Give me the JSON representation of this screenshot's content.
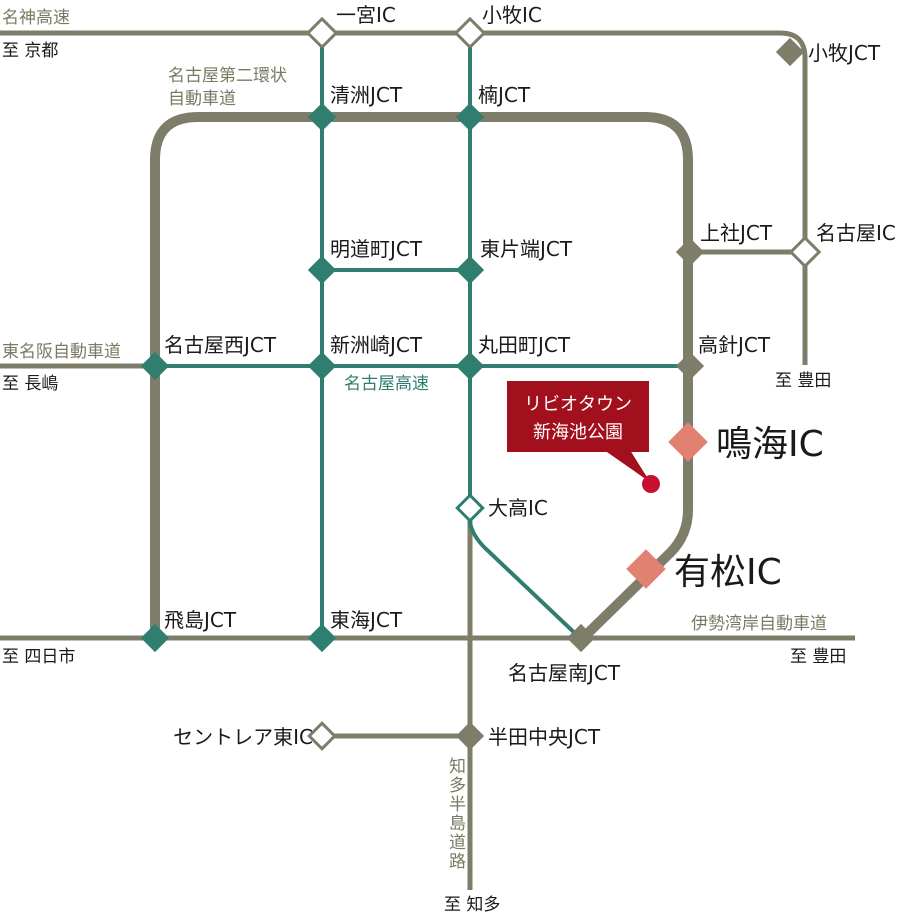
{
  "roads": {
    "meishin": "名神高速",
    "nagoya_second_ring_line1": "名古屋第二環状",
    "nagoya_second_ring_line2": "自動車道",
    "tomei": "東名阪自動車道",
    "nagoya_expressway": "名古屋高速",
    "isewangan": "伊勢湾岸自動車道",
    "chita_peninsula": "知多半島道路"
  },
  "destinations": {
    "kyoto": "至 京都",
    "nagashima": "至 長嶋",
    "yokkaichi": "至 四日市",
    "toyota_upper": "至 豊田",
    "toyota_lower": "至 豊田",
    "chita": "至 知多"
  },
  "nodes": {
    "ichinomiya_ic": "一宮IC",
    "komaki_ic": "小牧IC",
    "komaki_jct": "小牧JCT",
    "kiyosu_jct": "清洲JCT",
    "kusunoki_jct": "楠JCT",
    "meidocho_jct": "明道町JCT",
    "higashikatahata_jct": "東片端JCT",
    "kamiyashiro_jct": "上社JCT",
    "nagoya_ic": "名古屋IC",
    "nagoya_nishi_jct": "名古屋西JCT",
    "shinsuzaki_jct": "新洲崎JCT",
    "marutamachi_jct": "丸田町JCT",
    "takabari_jct": "高針JCT",
    "narumi_ic": "鳴海IC",
    "arimatsu_ic": "有松IC",
    "odaka_ic": "大高IC",
    "tobishima_jct": "飛島JCT",
    "tokai_jct": "東海JCT",
    "nagoya_minami_jct": "名古屋南JCT",
    "centrair_higashi_ic": "セントレア東IC",
    "handa_chuo_jct": "半田中央JCT"
  },
  "callout": {
    "line1": "リビオタウン",
    "line2": "新海池公園"
  },
  "colors": {
    "expressway_gray": "#7d7d6a",
    "nagoya_expressway_teal": "#2f7e70",
    "highlight_ic": "#e08172",
    "callout_red": "#a3101d"
  }
}
